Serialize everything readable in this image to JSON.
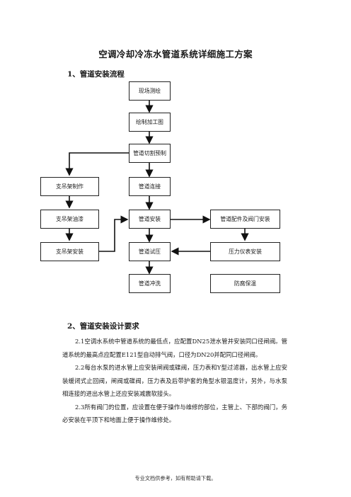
{
  "doc": {
    "title": "空调冷却冷冻水管道系统详细施工方案",
    "section1_heading": "1、管道安装流程",
    "section2_heading": "2、管道安装设计要求",
    "footer": "专业文档供参考，如有帮助请下载。"
  },
  "flow": {
    "survey": "现场测绘",
    "draw": "绘制加工图",
    "cut": "管道切割预制",
    "connect": "管道连接",
    "install": "管道安装",
    "pressure": "管道试压",
    "flush": "管道冲洗",
    "support_make": "支吊架制作",
    "support_paint": "支吊架油漆",
    "support_install": "支吊架安装",
    "fittings": "管道配件及阀门安装",
    "gauge": "压力仪表安装",
    "anticorrosion": "防腐保温"
  },
  "requirements": [
    "2.1空调水系统中管道系统的最低点，应配置DN25泄水管并安装同口径闸阀。管道系统的最高点应配置E121型自动排气阀，口径为DN20并配同口径闸阀。",
    "2.2每台水泵的进水管上应安装闸阀或碟阀，压力表和Y型过滤器，出水管上应安装缓闭式止回阀，闸阀或碟阀，压力表及后带护套的角型水银温度计，另外，与水泵相连接的进出水管上还应安装减震软接头。",
    "2.3所有阀门的位置，应设置在便于操作与维修的部位，主管上、下部的阀门，务必安装在平顶下和地面上便于操作维修处。"
  ]
}
